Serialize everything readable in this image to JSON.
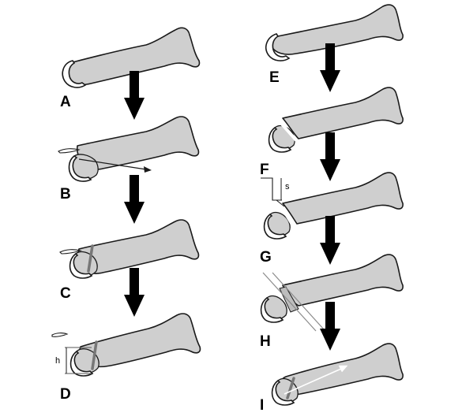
{
  "panels": {
    "A": "A",
    "B": "B",
    "C": "C",
    "D": "D",
    "E": "E",
    "F": "F",
    "G": "G",
    "H": "H",
    "I": "I"
  },
  "measurements": {
    "height": "h",
    "shift": "s"
  },
  "colors": {
    "bone_fill": "#cfcfcf",
    "outline": "#1a1a1a",
    "arrow": "#000000",
    "guide_line": "#8a8a8a"
  }
}
